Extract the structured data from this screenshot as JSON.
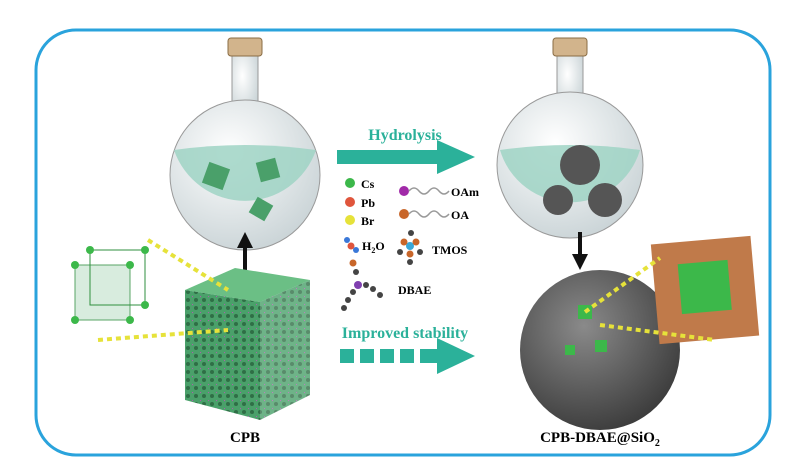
{
  "arrows": {
    "top_label": "Hydrolysis",
    "bottom_label": "Improved stability"
  },
  "legend": {
    "cs": "Cs",
    "pb": "Pb",
    "br": "Br",
    "oam": "OAm",
    "oa": "OA",
    "h2o_h": "H",
    "h2o_sub": "2",
    "h2o_o": "O",
    "tmos": "TMOS",
    "dbae": "DBAE"
  },
  "captions": {
    "left": "CPB",
    "right_main": "CPB-DBAE@SiO",
    "right_sub": "2"
  },
  "colors": {
    "border": "#2aa3dc",
    "arrow": "#2bb19a",
    "cs": "#3cb84a",
    "pb": "#e0553c",
    "br": "#e6e23a",
    "oam": "#a12aa8",
    "oa": "#c8662a",
    "liquid": "#9fd4c4",
    "silica": "#555555"
  }
}
